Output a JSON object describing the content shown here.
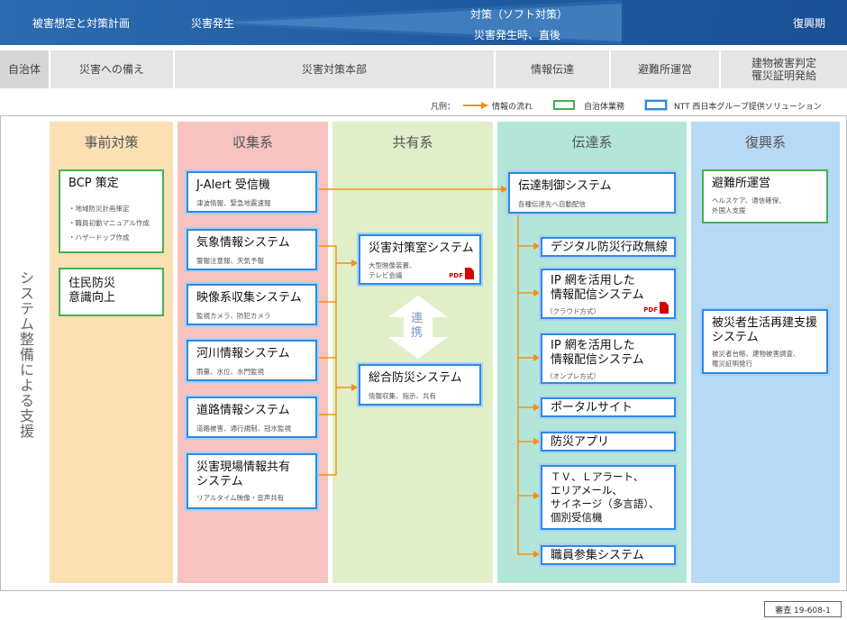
{
  "header": {
    "phase1": "被害想定と対策計画",
    "phase2": "災害発生",
    "phase3_top": "対策（ソフト対策）",
    "phase3_bottom": "災害発生時、直後",
    "phase4": "復興期"
  },
  "row2": {
    "c1": "自治体",
    "c2": "災害への備え",
    "c3": "災害対策本部",
    "c4": "情報伝達",
    "c5": "避難所運営",
    "c6": "建物被害判定\n罹災証明発給"
  },
  "legend": {
    "label": "凡例：",
    "flow": "情報の流れ",
    "municipal": "自治体業務",
    "ntt": "NTT 西日本グループ提供ソリューション"
  },
  "side_label": "システム整備による支援",
  "columns": {
    "c1": "事前対策",
    "c2": "収集系",
    "c3": "共有系",
    "c4": "伝達系",
    "c5": "復興系"
  },
  "colors": {
    "col1": "#fbe0b4",
    "col2": "#f6c3c0",
    "col3": "#e0efc8",
    "col4": "#b3e6d8",
    "col5": "#b6d9f6",
    "arrow": "#f5901e",
    "blue_border": "#2e8ae0",
    "green_border": "#46b050"
  },
  "prep": {
    "bcp_title": "BCP 策定",
    "bcp_items": [
      "・地域防災計画策定",
      "・職員初動マニュアル作成",
      "・ハザードップ作成"
    ],
    "awareness": "住民防災\n意識向上"
  },
  "collect": [
    {
      "title": "J-Alert 受信機",
      "sub": "津波情報、緊急地震速報"
    },
    {
      "title": "気象情報システム",
      "sub": "警報注意報、天気予報"
    },
    {
      "title": "映像系収集システム",
      "sub": "監視カメラ、防犯カメラ"
    },
    {
      "title": "河川情報システム",
      "sub": "雨量、水位、水門監視"
    },
    {
      "title": "道路情報システム",
      "sub": "道路被害、通行規制、冠水監視"
    },
    {
      "title": "災害現場情報共有\nシステム",
      "sub": "リアルタイム映像・音声共有"
    }
  ],
  "share": {
    "room_title": "災害対策室システム",
    "room_sub": "大型映像装置、\nテレビ会議",
    "pdf": "PDF",
    "link": "連\n携",
    "general_title": "総合防災システム",
    "general_sub": "情報収集、指示、共有"
  },
  "transmit": {
    "control_title": "伝達制御システム",
    "control_sub": "各種伝達先へ自動配信",
    "items": [
      {
        "title": "デジタル防災行政無線",
        "sub": ""
      },
      {
        "title": "IP 網を活用した\n情報配信システム",
        "sub": "（クラウド方式）",
        "pdf": "PDF"
      },
      {
        "title": "IP 網を活用した\n情報配信システム",
        "sub": "（オンプレ方式）"
      },
      {
        "title": "ポータルサイト",
        "sub": ""
      },
      {
        "title": "防災アプリ",
        "sub": ""
      },
      {
        "title": "ＴＶ、Ｌアラート、\nエリアメール、\nサイネージ（多言語）、\n個別受信機",
        "sub": ""
      },
      {
        "title": "職員参集システム",
        "sub": ""
      }
    ]
  },
  "recovery": {
    "shelter_title": "避難所運営",
    "shelter_sub": "ヘルスケア、通信確保、\n外国人支援",
    "rebuild_title": "被災者生活再建支援\nシステム",
    "rebuild_sub": "被災者台帳、建物被害調査、\n罹災証明発行"
  },
  "footer": {
    "code": "審査 19-608-1"
  }
}
